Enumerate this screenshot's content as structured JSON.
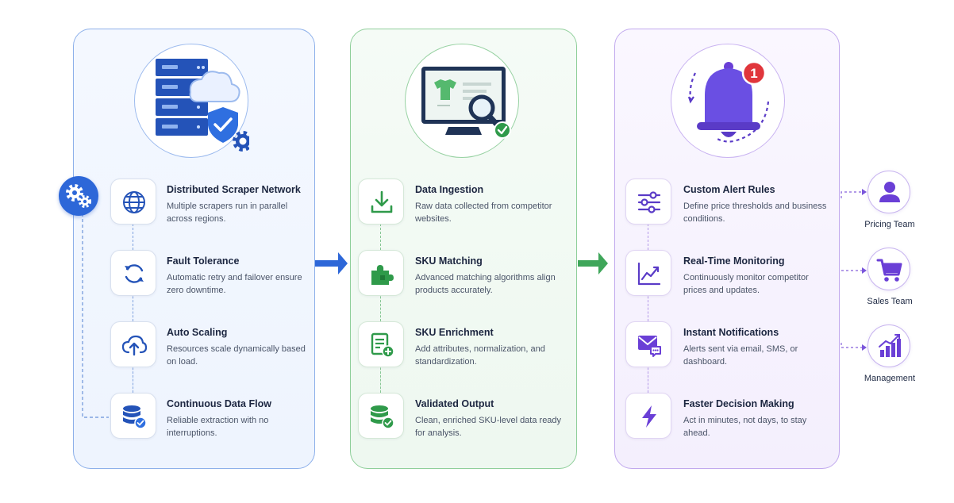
{
  "columns": [
    {
      "id": "scraping",
      "steps": [
        {
          "title": "Distributed Scraper Network",
          "desc": "Multiple scrapers run in parallel across regions.",
          "icon": "globe-icon"
        },
        {
          "title": "Fault Tolerance",
          "desc": "Automatic retry and failover ensure zero downtime.",
          "icon": "refresh-icon"
        },
        {
          "title": "Auto Scaling",
          "desc": "Resources scale dynamically based on load.",
          "icon": "cloud-upload-icon"
        },
        {
          "title": "Continuous Data Flow",
          "desc": "Reliable extraction with no interruptions.",
          "icon": "database-check-icon"
        }
      ]
    },
    {
      "id": "processing",
      "steps": [
        {
          "title": "Data Ingestion",
          "desc": "Raw data collected from competitor websites.",
          "icon": "download-icon"
        },
        {
          "title": "SKU Matching",
          "desc": "Advanced matching algorithms align products accurately.",
          "icon": "puzzle-icon"
        },
        {
          "title": "SKU Enrichment",
          "desc": "Add attributes, normalization, and standardization.",
          "icon": "document-add-icon"
        },
        {
          "title": "Validated Output",
          "desc": "Clean, enriched SKU-level data ready for analysis.",
          "icon": "database-check-icon"
        }
      ]
    },
    {
      "id": "alerts",
      "hero_badge": "1",
      "steps": [
        {
          "title": "Custom Alert Rules",
          "desc": "Define price thresholds and business conditions.",
          "icon": "sliders-icon"
        },
        {
          "title": "Real-Time Monitoring",
          "desc": "Continuously monitor competitor prices and updates.",
          "icon": "line-chart-icon"
        },
        {
          "title": "Instant Notifications",
          "desc": "Alerts sent via email, SMS, or dashboard.",
          "icon": "mail-chat-icon"
        },
        {
          "title": "Faster Decision Making",
          "desc": "Act in minutes, not days, to stay ahead.",
          "icon": "lightning-icon"
        }
      ]
    }
  ],
  "teams": [
    {
      "label": "Pricing Team",
      "icon": "user-icon"
    },
    {
      "label": "Sales Team",
      "icon": "cart-icon"
    },
    {
      "label": "Management",
      "icon": "bar-chart-icon"
    }
  ],
  "colors": {
    "blue": "#2d67d8",
    "green": "#2f9a4a",
    "purple": "#6a3fd6",
    "badge_red": "#e0363c"
  }
}
